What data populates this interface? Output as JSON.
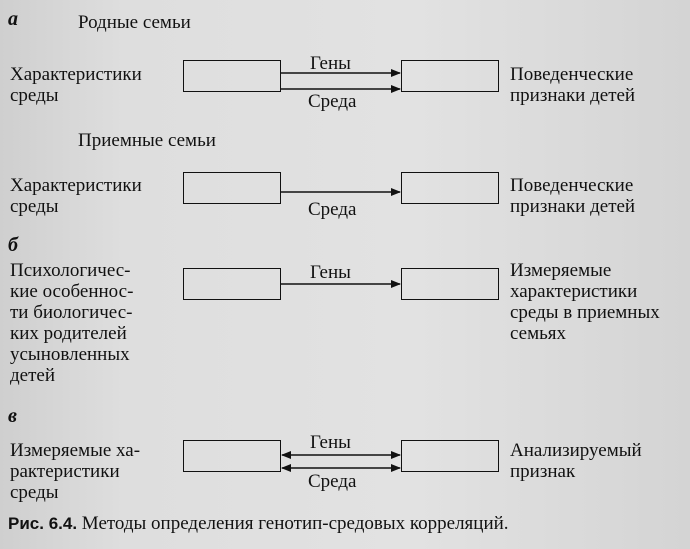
{
  "sections": {
    "a": {
      "letter": "а",
      "biological": {
        "title": "Родные семьи",
        "left": "Характеристики\nсреды",
        "upper_arrow": "Гены",
        "lower_arrow": "Среда",
        "right": "Поведенческие\nпризнаки детей"
      },
      "adoptive": {
        "title": "Приемные семьи",
        "left": "Характеристики\nсреды",
        "lower_arrow": "Среда",
        "right": "Поведенческие\nпризнаки детей"
      }
    },
    "b": {
      "letter": "б",
      "left": "Психологичес-\nкие особеннос-\nти биологичес-\nких родителей\nусыновленных\nдетей",
      "upper_arrow": "Гены",
      "right": "Измеряемые\nхарактеристики\nсреды в приемных\nсемьях"
    },
    "c": {
      "letter": "в",
      "left": "Измеряемые ха-\nрактеристики\nсреды",
      "upper_arrow": "Гены",
      "lower_arrow": "Среда",
      "right": "Анализируемый\nпризнак"
    }
  },
  "caption": {
    "prefix": "Рис. 6.4.",
    "text": " Методы определения генотип-средовых корреляций."
  }
}
